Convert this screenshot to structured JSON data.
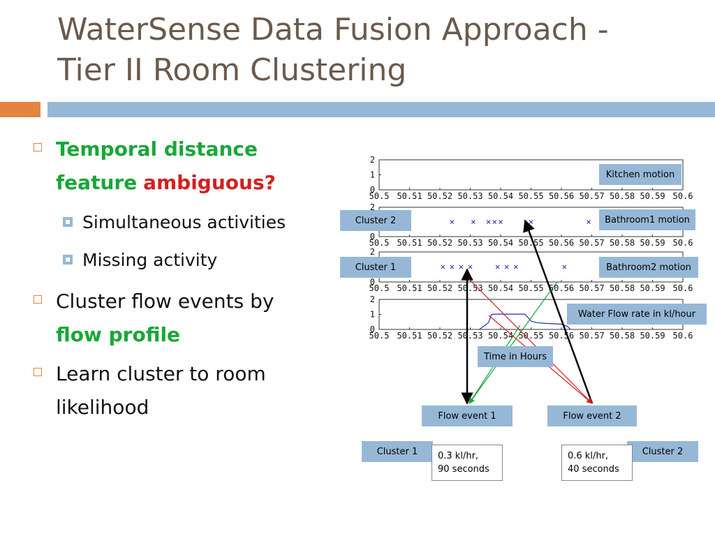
{
  "title": {
    "line1": "WaterSense Data Fusion Approach -",
    "line2": "Tier II Room Clustering"
  },
  "colors": {
    "accent_orange": "#e2853e",
    "accent_blue": "#96b8d6",
    "title_brown": "#6b5a4c",
    "green": "#17a838",
    "red": "#d42020"
  },
  "bullets": {
    "b1": {
      "part1": "Temporal distance",
      "part2": "feature",
      "part3": "ambiguous?"
    },
    "sub1": "Simultaneous activities",
    "sub2": "Missing activity",
    "b2": {
      "part1": "Cluster flow events by",
      "part2": "flow profile"
    },
    "b3": {
      "line1": "Learn cluster to room",
      "line2": "likelihood"
    }
  },
  "labels": {
    "kitchen": "Kitchen motion",
    "bathroom1": "Bathroom1 motion",
    "bathroom2": "Bathroom2 motion",
    "waterflow": "Water Flow rate in kl/hour",
    "cluster2_left": "Cluster 2",
    "cluster1_left": "Cluster 1",
    "time": "Time in Hours",
    "flow1": "Flow event 1",
    "flow2": "Flow event 2",
    "cluster1_bottom": "Cluster 1",
    "cluster2_bottom": "Cluster 2",
    "ev1_line1": "0.3 kl/hr,",
    "ev1_line2": "90 seconds",
    "ev2_line1": "0.6 kl/hr,",
    "ev2_line2": "40 seconds"
  },
  "chart_data": [
    {
      "type": "scatter",
      "xlim": [
        50.5,
        50.6
      ],
      "ylim": [
        0,
        2
      ],
      "xticks": [
        "50.5",
        "50.51",
        "50.52",
        "50.53",
        "50.54",
        "50.55",
        "50.56",
        "50.57",
        "50.58",
        "50.59",
        "50.6"
      ],
      "yticks": [
        "0",
        "1",
        "2"
      ],
      "series": [
        {
          "x": [],
          "y": []
        }
      ]
    },
    {
      "type": "scatter",
      "xlim": [
        50.5,
        50.6
      ],
      "ylim": [
        0,
        2
      ],
      "xticks": [
        "50.5",
        "50.51",
        "50.52",
        "50.53",
        "50.54",
        "50.55",
        "50.56",
        "50.57",
        "50.58",
        "50.59",
        "50.6"
      ],
      "yticks": [
        "0",
        "1",
        "2"
      ],
      "series": [
        {
          "x": [
            50.524,
            50.531,
            50.536,
            50.538,
            50.54,
            50.55,
            50.569
          ],
          "y": [
            1,
            1,
            1,
            1,
            1,
            1,
            1
          ]
        }
      ]
    },
    {
      "type": "scatter",
      "xlim": [
        50.5,
        50.6
      ],
      "ylim": [
        0,
        2
      ],
      "xticks": [
        "50.5",
        "50.51",
        "50.52",
        "50.53",
        "50.54",
        "50.55",
        "50.56",
        "50.57",
        "50.58",
        "50.59",
        "50.6"
      ],
      "yticks": [
        "0",
        "1",
        "2"
      ],
      "series": [
        {
          "x": [
            50.521,
            50.524,
            50.527,
            50.53,
            50.539,
            50.542,
            50.545,
            50.561
          ],
          "y": [
            1,
            1,
            1,
            1,
            1,
            1,
            1,
            1
          ]
        }
      ]
    },
    {
      "type": "line",
      "xlim": [
        50.5,
        50.6
      ],
      "ylim": [
        0,
        2
      ],
      "xticks": [
        "50.5",
        "50.51",
        "50.52",
        "50.53",
        "50.54",
        "50.55",
        "50.56",
        "50.57",
        "50.58",
        "50.59",
        "50.6"
      ],
      "yticks": [
        "0",
        "1",
        "2"
      ],
      "series": [
        {
          "x": [
            50.533,
            50.535,
            50.536,
            50.537,
            50.538,
            50.548,
            50.549,
            50.55,
            50.552,
            50.555,
            50.56,
            50.562,
            50.563
          ],
          "y": [
            0,
            0.3,
            0.45,
            1.0,
            1.02,
            1.02,
            0.8,
            0.55,
            0.45,
            0.4,
            0.35,
            0.2,
            0
          ]
        }
      ]
    }
  ]
}
